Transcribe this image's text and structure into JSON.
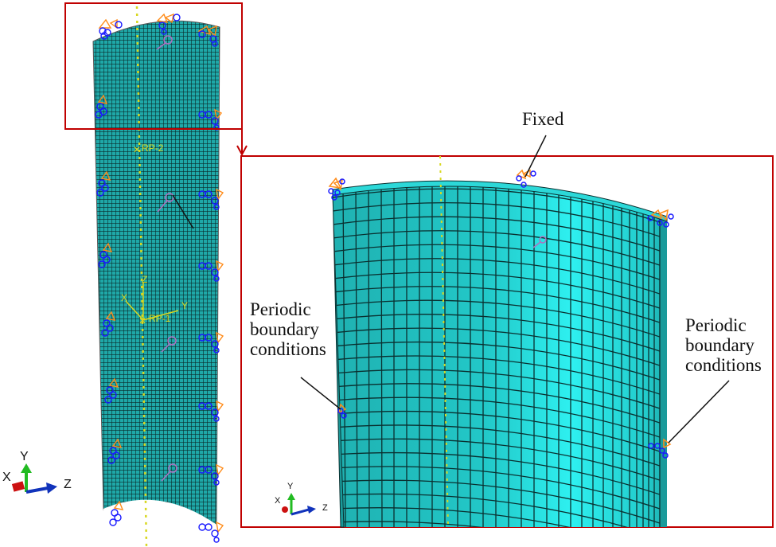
{
  "figure": {
    "left_panel": {
      "description": "Full cylindrical shell FE mesh with boundary condition symbols",
      "reference_points": [
        "RP-2",
        "RP-1"
      ],
      "triad": {
        "x": "X",
        "y": "Y",
        "z": "Z"
      },
      "csys_labels": {
        "z": "Z",
        "x": "X",
        "y": "Y"
      }
    },
    "right_panel": {
      "description": "Zoomed view of the top region of the shell",
      "triad": {
        "x": "X",
        "y": "Y",
        "z": "Z"
      }
    },
    "annotations": {
      "fixed": "Fixed",
      "pbc_left": [
        "Periodic",
        "boundary",
        "conditions"
      ],
      "pbc_right": [
        "Periodic",
        "boundary",
        "conditions"
      ]
    },
    "colors": {
      "mesh_fill": "#1fb5b5",
      "mesh_fill_light": "#2ef0f0",
      "mesh_line": "#0a2e2e",
      "highlight_box": "#c00000",
      "bc_orange": "#ff8c1a",
      "bc_blue": "#1a1aff",
      "centerline": "#d8d820",
      "ref_marker": "#b070c0",
      "axis_x": "#cc1111",
      "axis_y": "#22bb22",
      "axis_z": "#1133bb"
    }
  }
}
